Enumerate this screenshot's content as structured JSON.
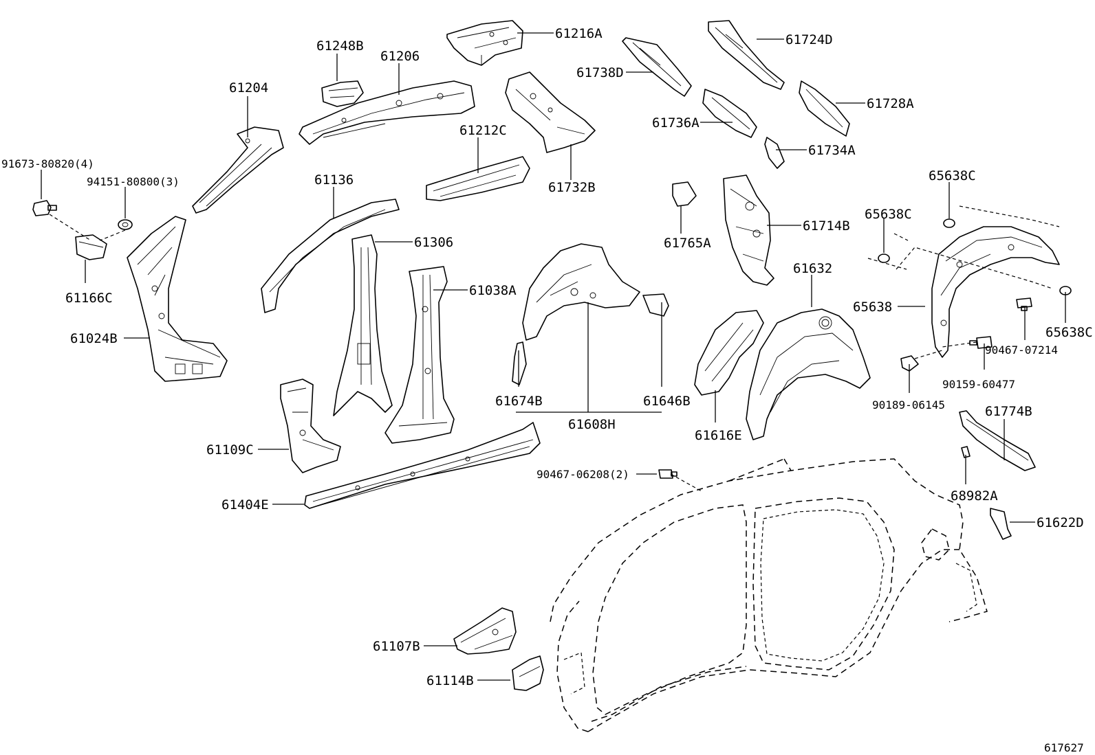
{
  "diagram_number": "617627",
  "parts": {
    "p61216A": "61216A",
    "p61248B": "61248B",
    "p61206": "61206",
    "p61204": "61204",
    "p61738D": "61738D",
    "p61724D": "61724D",
    "p61728A": "61728A",
    "p61736A": "61736A",
    "p61734A": "61734A",
    "p61212C": "61212C",
    "p61732B": "61732B",
    "p91673": "91673-80820(4)",
    "p94151": "94151-80800(3)",
    "p61136": "61136",
    "p65638C_top": "65638C",
    "p65638C_mid": "65638C",
    "p65638C_right": "65638C",
    "p61765A": "61765A",
    "p61714B": "61714B",
    "p61306": "61306",
    "p61166C": "61166C",
    "p61038A": "61038A",
    "p61632": "61632",
    "p65638": "65638",
    "p61024B": "61024B",
    "p90467_07214": "90467-07214",
    "p90159": "90159-60477",
    "p90189": "90189-06145",
    "p61674B": "61674B",
    "p61646B": "61646B",
    "p61608H": "61608H",
    "p61616E": "61616E",
    "p61774B": "61774B",
    "p61109C": "61109C",
    "p90467_06208": "90467-06208(2)",
    "p61404E": "61404E",
    "p68982A": "68982A",
    "p61622D": "61622D",
    "p61107B": "61107B",
    "p61114B": "61114B"
  }
}
